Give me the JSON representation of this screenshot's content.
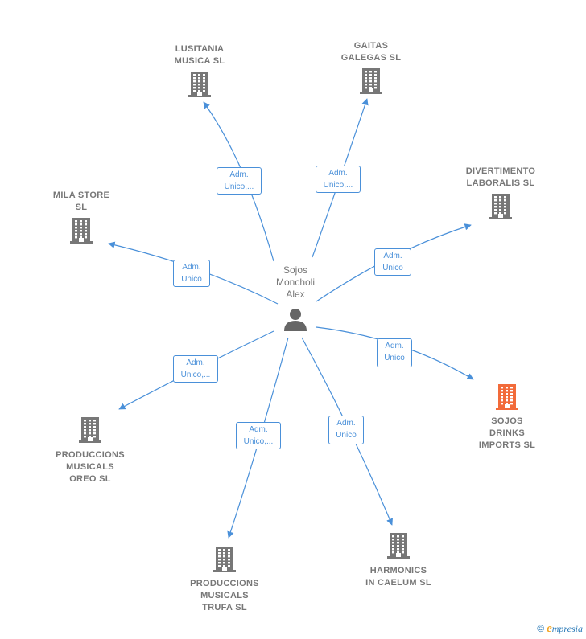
{
  "center": {
    "label_lines": [
      "Sojos",
      "Moncholi",
      "Alex"
    ],
    "icon": "person-icon"
  },
  "companies": [
    {
      "id": "lusitania",
      "label_lines": [
        "LUSITANIA",
        "MUSICA  SL"
      ],
      "icon": "building-icon",
      "highlight": false
    },
    {
      "id": "gaitas",
      "label_lines": [
        "GAITAS",
        "GALEGAS  SL"
      ],
      "icon": "building-icon",
      "highlight": false
    },
    {
      "id": "divertimento",
      "label_lines": [
        "DIVERTIMENTO",
        "LABORALIS  SL"
      ],
      "icon": "building-icon",
      "highlight": false
    },
    {
      "id": "mila",
      "label_lines": [
        "MILA STORE",
        "SL"
      ],
      "icon": "building-icon",
      "highlight": false
    },
    {
      "id": "sojos",
      "label_lines": [
        "SOJOS",
        "DRINKS",
        "IMPORTS  SL"
      ],
      "icon": "building-icon",
      "highlight": true
    },
    {
      "id": "oreo",
      "label_lines": [
        "PRODUCCIONS",
        "MUSICALS",
        "OREO  SL"
      ],
      "icon": "building-icon",
      "highlight": false
    },
    {
      "id": "trufa",
      "label_lines": [
        "PRODUCCIONS",
        "MUSICALS",
        "TRUFA  SL"
      ],
      "icon": "building-icon",
      "highlight": false
    },
    {
      "id": "harmonics",
      "label_lines": [
        "HARMONICS",
        "IN CAELUM  SL"
      ],
      "icon": "building-icon",
      "highlight": false
    }
  ],
  "edges": [
    {
      "target": "lusitania",
      "label_lines": [
        "Adm.",
        "Unico,..."
      ]
    },
    {
      "target": "gaitas",
      "label_lines": [
        "Adm.",
        "Unico,..."
      ]
    },
    {
      "target": "divertimento",
      "label_lines": [
        "Adm.",
        "Unico"
      ]
    },
    {
      "target": "mila",
      "label_lines": [
        "Adm.",
        "Unico"
      ]
    },
    {
      "target": "sojos",
      "label_lines": [
        "Adm.",
        "Unico"
      ]
    },
    {
      "target": "oreo",
      "label_lines": [
        "Adm.",
        "Unico,..."
      ]
    },
    {
      "target": "trufa",
      "label_lines": [
        "Adm.",
        "Unico,..."
      ]
    },
    {
      "target": "harmonics",
      "label_lines": [
        "Adm.",
        "Unico"
      ]
    }
  ],
  "footer": {
    "copyright": "©",
    "brand_first": "e",
    "brand_rest": "mpresia"
  },
  "colors": {
    "edge": "#4a90d9",
    "node": "#777777",
    "highlight": "#f26b3a"
  }
}
